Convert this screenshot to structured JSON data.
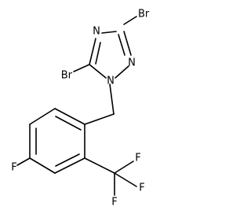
{
  "structure": {
    "atoms": {
      "br_top": "Br",
      "br_left": "Br",
      "n_top": "N",
      "n_right": "N",
      "n_bottom": "N",
      "f_left": "F",
      "cf3_f_top": "F",
      "cf3_f_right": "F",
      "cf3_f_bottom": "F"
    }
  }
}
